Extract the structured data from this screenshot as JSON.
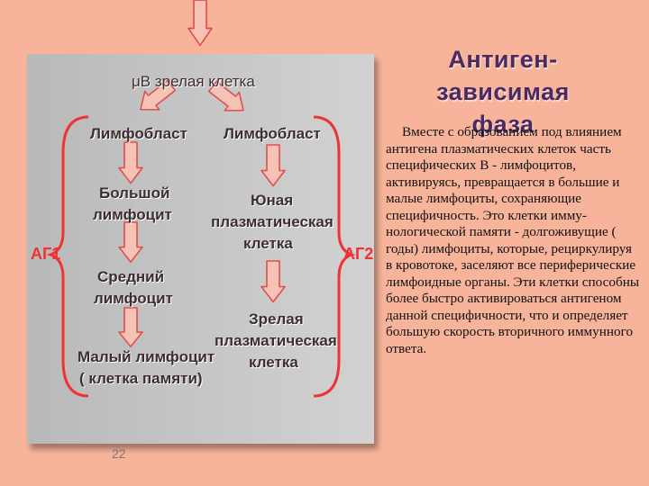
{
  "title_line1": "Антиген-зависимая",
  "title_line2": "фаза",
  "diagram": {
    "top": "μB  зрелая клетка",
    "left_col": [
      "Лимфобласт",
      "Большой",
      "лимфоцит",
      "Средний",
      "лимфоцит",
      "Малый лимфоцит",
      "( клетка памяти)"
    ],
    "right_col": [
      "Лимфобласт",
      "Юная",
      "плазматическая",
      "клетка",
      "Зрелая",
      "плазматическая",
      "клетка"
    ],
    "ag_left": "АГ1",
    "ag_right": "АГ2"
  },
  "paragraph": "Вместе с образованием под влиянием антигена плазматических клеток часть специфических B - лимфоцитов, активируясь, превращается в большие и малые лимфоциты, сохраняющие специфичность. Это клетки имму-нологической памяти - долгоживущие ( годы) лимфоциты, которые, рециркулируя в кровотоке, заселяют все периферические лимфоидные органы. Эти клетки способны более быстро активироваться антигеном данной специфичности, что и определяет большую скорость вторичного иммунного ответа.",
  "page_number": "22",
  "colors": {
    "background": "#f7b49a",
    "arrow_fill": "#f5c3b5",
    "arrow_stroke": "#e04e4e",
    "brace": "#ee3335",
    "title": "#4a2a62"
  }
}
